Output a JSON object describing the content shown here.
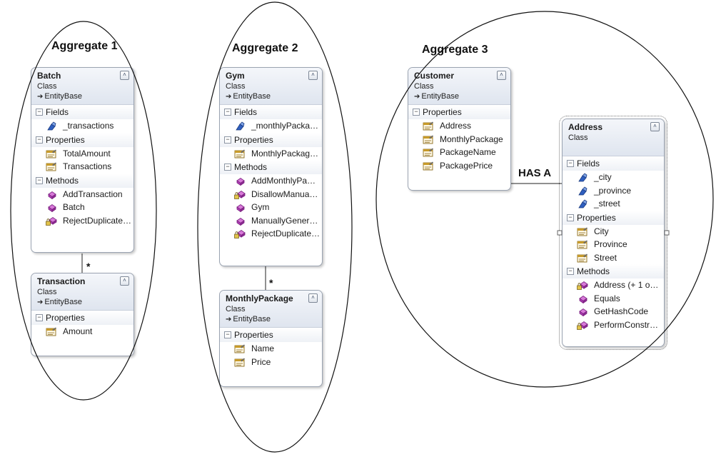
{
  "aggregates": [
    {
      "title": "Aggregate 1"
    },
    {
      "title": "Aggregate 2"
    },
    {
      "title": "Aggregate 3"
    }
  ],
  "relationship_label": "HAS A",
  "multiplicity": "*",
  "colors": {
    "field_icon": "#2f5fbf",
    "property_icon": "#c79a2a",
    "method_icon": "#b23fb8",
    "ellipse": "#111111"
  },
  "classes": {
    "batch": {
      "name": "Batch",
      "kind": "Class",
      "base": "EntityBase",
      "sections": [
        {
          "title": "Fields",
          "members": [
            {
              "label": "_transactions",
              "icon": "field-icon"
            }
          ]
        },
        {
          "title": "Properties",
          "members": [
            {
              "label": "TotalAmount",
              "icon": "property-icon"
            },
            {
              "label": "Transactions",
              "icon": "property-icon"
            }
          ]
        },
        {
          "title": "Methods",
          "members": [
            {
              "label": "AddTransaction",
              "icon": "method-icon"
            },
            {
              "label": "Batch",
              "icon": "method-icon"
            },
            {
              "label": "RejectDuplicate…",
              "icon": "protected-method-icon"
            }
          ]
        }
      ]
    },
    "transaction": {
      "name": "Transaction",
      "kind": "Class",
      "base": "EntityBase",
      "sections": [
        {
          "title": "Properties",
          "members": [
            {
              "label": "Amount",
              "icon": "property-icon"
            }
          ]
        }
      ]
    },
    "gym": {
      "name": "Gym",
      "kind": "Class",
      "base": "EntityBase",
      "sections": [
        {
          "title": "Fields",
          "members": [
            {
              "label": "_monthlyPacka…",
              "icon": "field-icon"
            }
          ]
        },
        {
          "title": "Properties",
          "members": [
            {
              "label": "MonthlyPackag…",
              "icon": "property-icon"
            }
          ]
        },
        {
          "title": "Methods",
          "members": [
            {
              "label": "AddMonthlyPa…",
              "icon": "method-icon"
            },
            {
              "label": "DisallowManua…",
              "icon": "protected-method-icon"
            },
            {
              "label": "Gym",
              "icon": "method-icon"
            },
            {
              "label": "ManuallyGener…",
              "icon": "method-icon"
            },
            {
              "label": "RejectDuplicate…",
              "icon": "protected-method-icon"
            }
          ]
        }
      ]
    },
    "monthly_package": {
      "name": "MonthlyPackage",
      "kind": "Class",
      "base": "EntityBase",
      "sections": [
        {
          "title": "Properties",
          "members": [
            {
              "label": "Name",
              "icon": "property-icon"
            },
            {
              "label": "Price",
              "icon": "property-icon"
            }
          ]
        }
      ]
    },
    "customer": {
      "name": "Customer",
      "kind": "Class",
      "base": "EntityBase",
      "sections": [
        {
          "title": "Properties",
          "members": [
            {
              "label": "Address",
              "icon": "property-icon"
            },
            {
              "label": "MonthlyPackage",
              "icon": "property-icon"
            },
            {
              "label": "PackageName",
              "icon": "property-icon"
            },
            {
              "label": "PackagePrice",
              "icon": "property-icon"
            }
          ]
        }
      ]
    },
    "address": {
      "name": "Address",
      "kind": "Class",
      "base": "",
      "sections": [
        {
          "title": "Fields",
          "members": [
            {
              "label": "_city",
              "icon": "field-icon"
            },
            {
              "label": "_province",
              "icon": "field-icon"
            },
            {
              "label": "_street",
              "icon": "field-icon"
            }
          ]
        },
        {
          "title": "Properties",
          "members": [
            {
              "label": "City",
              "icon": "property-icon"
            },
            {
              "label": "Province",
              "icon": "property-icon"
            },
            {
              "label": "Street",
              "icon": "property-icon"
            }
          ]
        },
        {
          "title": "Methods",
          "members": [
            {
              "label": "Address (+ 1 o…",
              "icon": "protected-method-icon"
            },
            {
              "label": "Equals",
              "icon": "method-icon"
            },
            {
              "label": "GetHashCode",
              "icon": "method-icon"
            },
            {
              "label": "PerformConstr…",
              "icon": "protected-method-icon"
            }
          ]
        }
      ]
    }
  }
}
